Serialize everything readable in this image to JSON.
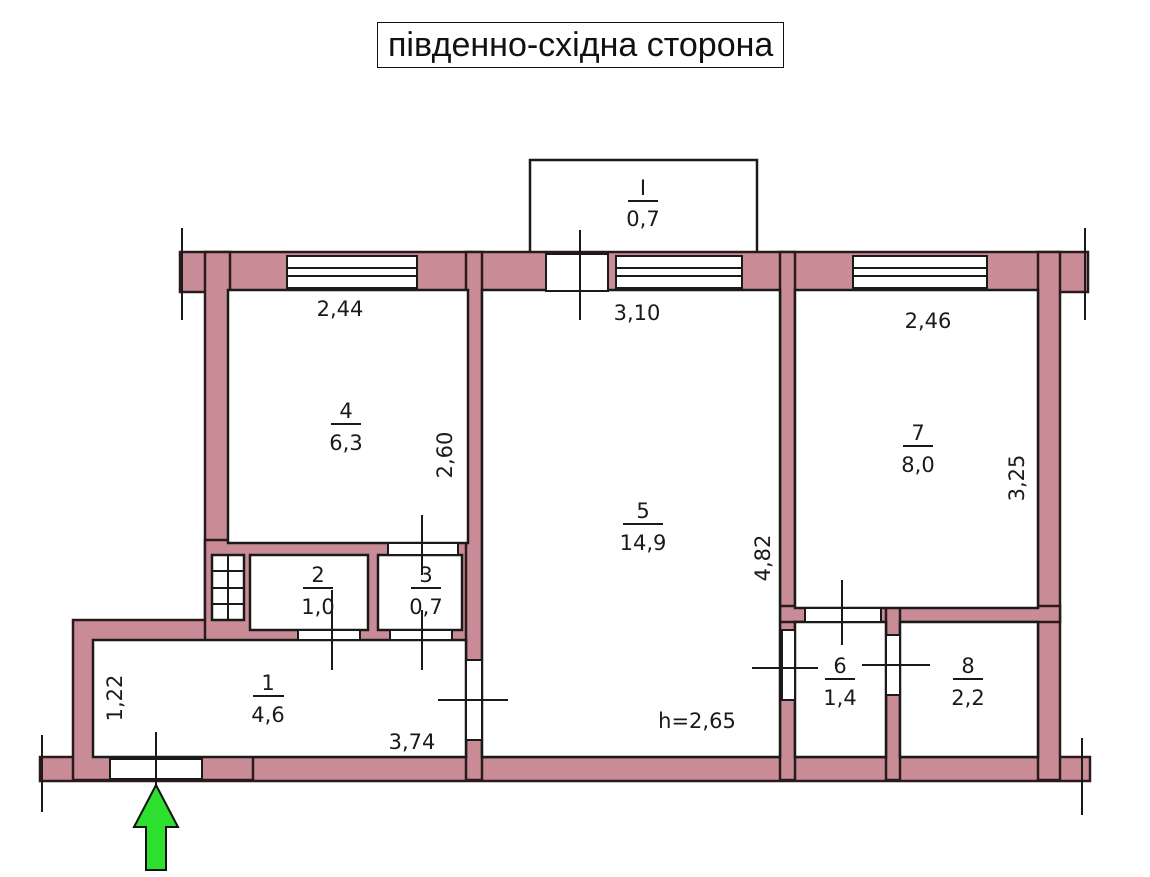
{
  "title": "південно-східна сторона",
  "rooms": [
    {
      "num": "I",
      "area": "0,7"
    },
    {
      "num": "1",
      "area": "4,6"
    },
    {
      "num": "2",
      "area": "1,0"
    },
    {
      "num": "3",
      "area": "0,7"
    },
    {
      "num": "4",
      "area": "6,3"
    },
    {
      "num": "5",
      "area": "14,9"
    },
    {
      "num": "6",
      "area": "1,4"
    },
    {
      "num": "7",
      "area": "8,0"
    },
    {
      "num": "8",
      "area": "2,2"
    }
  ],
  "dimensions": {
    "r4_width": "2,44",
    "r4_depth": "2,60",
    "r5_width": "3,10",
    "r5_depth": "4,82",
    "r7_width": "2,46",
    "r7_depth": "3,25",
    "r1_width": "3,74",
    "r1_depth": "1,22",
    "ceiling_height": "h=2,65"
  },
  "colors": {
    "wall": "#c98c97",
    "entrance_arrow": "#2ee02e"
  }
}
